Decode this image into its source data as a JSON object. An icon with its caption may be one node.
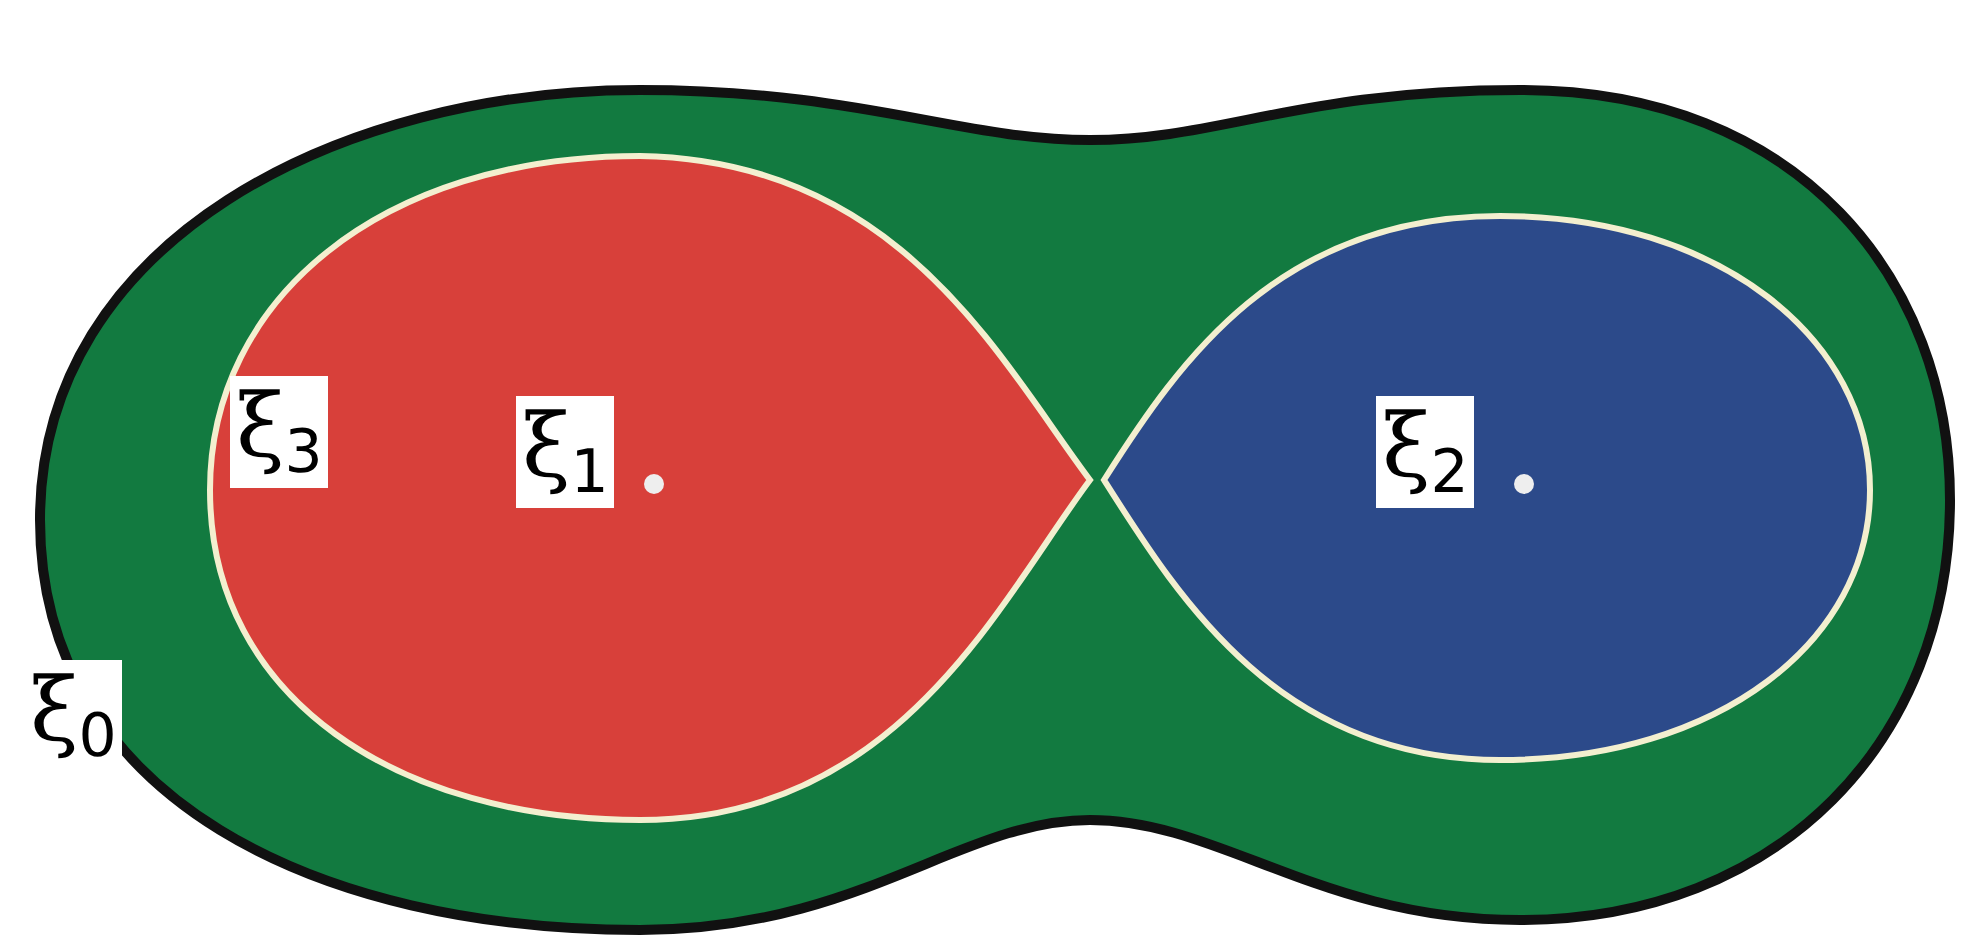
{
  "diagram": {
    "labels": [
      "ξ$_{3}$",
      "ξ$_{1}$",
      "ξ$_{2}$",
      "ξ$_{0}$"
    ]
  }
}
